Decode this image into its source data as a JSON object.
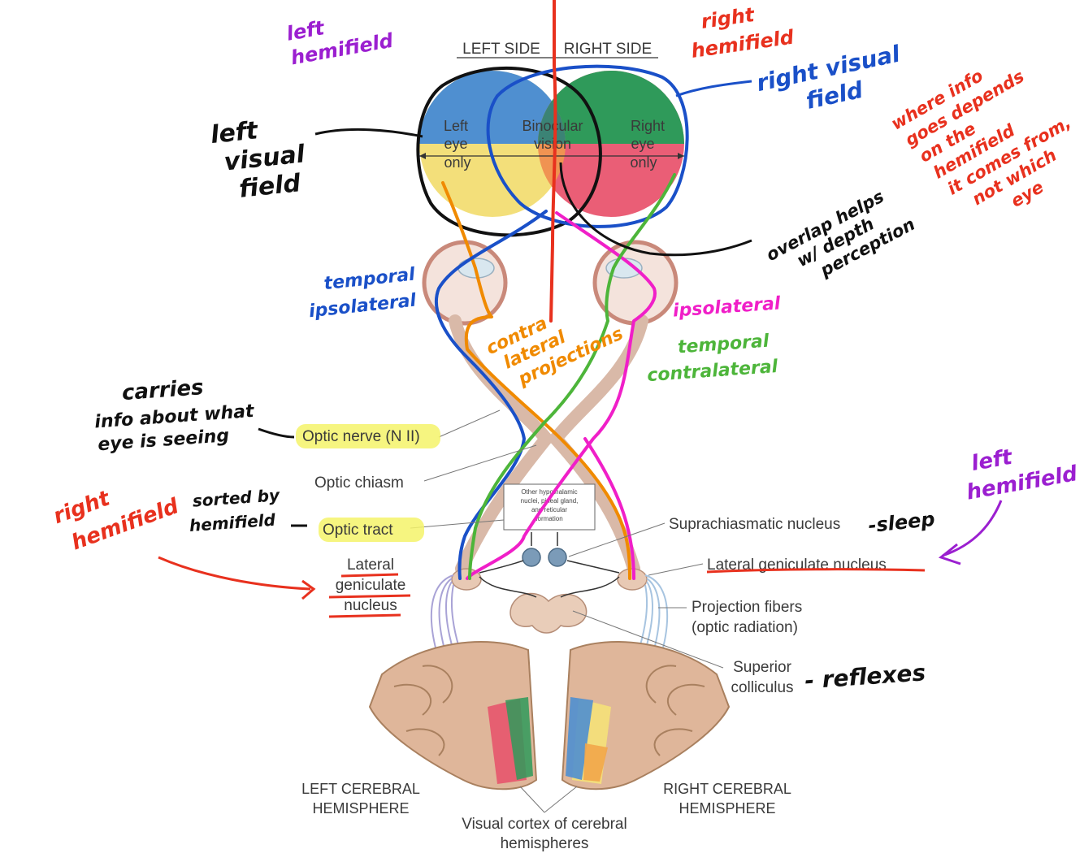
{
  "header": {
    "left_side": "LEFT SIDE",
    "right_side": "RIGHT SIDE"
  },
  "visual_field": {
    "left_eye_only": [
      "Left",
      "eye",
      "only"
    ],
    "binocular": [
      "Binocular",
      "vision"
    ],
    "right_eye_only": [
      "Right",
      "eye",
      "only"
    ]
  },
  "printed_labels": {
    "optic_nerve": "Optic nerve (N II)",
    "optic_chiasm": "Optic chiasm",
    "optic_tract": "Optic tract",
    "hypothalamic_box": [
      "Other hypothalamic",
      "nuclei, pineal gland,",
      "and reticular",
      "formation"
    ],
    "suprachiasmatic": "Suprachiasmatic nucleus",
    "lgn_left": [
      "Lateral",
      "geniculate",
      "nucleus"
    ],
    "lgn_right": "Lateral geniculate nucleus",
    "projection_fibers": [
      "Projection fibers",
      "(optic radiation)"
    ],
    "superior_colliculus": [
      "Superior",
      "colliculus"
    ],
    "left_hemisphere": [
      "LEFT CEREBRAL",
      "HEMISPHERE"
    ],
    "right_hemisphere": [
      "RIGHT CEREBRAL",
      "HEMISPHERE"
    ],
    "visual_cortex": [
      "Visual cortex of cerebral",
      "hemispheres"
    ]
  },
  "annotations": {
    "left_hemifield_top": [
      "left",
      "hemifield"
    ],
    "right_hemifield_top": [
      "right",
      "hemifield"
    ],
    "right_visual_field": [
      "right visual",
      "field"
    ],
    "left_visual_field": [
      "left",
      "visual",
      "field"
    ],
    "where_info": [
      "where info",
      "goes depends",
      "on the",
      "hemifield",
      "it comes from,",
      "not which",
      "eye"
    ],
    "overlap": [
      "overlap helps",
      "w/ depth",
      "perception"
    ],
    "temporal_ipsilateral": [
      "temporal",
      "ipsolateral"
    ],
    "contralateral_projections": [
      "contra",
      "lateral",
      "projections"
    ],
    "ipsolateral": "ipsolateral",
    "temporal_contralateral": [
      "temporal",
      "contralateral"
    ],
    "carries": [
      "carries",
      "info about what",
      "eye is seeing"
    ],
    "sorted_by": [
      "sorted by",
      "hemifield"
    ],
    "right_hemifield_left": [
      "right",
      "hemifield"
    ],
    "sleep": "-sleep",
    "left_hemifield_right": [
      "left",
      "hemifield"
    ],
    "reflexes": "- reflexes"
  },
  "colors": {
    "blue_field": "#4f8fd0",
    "green_field": "#2f9a5a",
    "yellow_field": "#f3df7a",
    "red_field": "#e8506a",
    "orange_field": "#f2a64a",
    "ink_black": "#111111",
    "ink_blue": "#1a50c8",
    "ink_red": "#e8311e",
    "ink_purple": "#9b1fd0",
    "ink_orange": "#f08a00",
    "ink_magenta": "#f01fc8",
    "ink_green": "#4db53a",
    "highlight": "#f4f36a"
  }
}
